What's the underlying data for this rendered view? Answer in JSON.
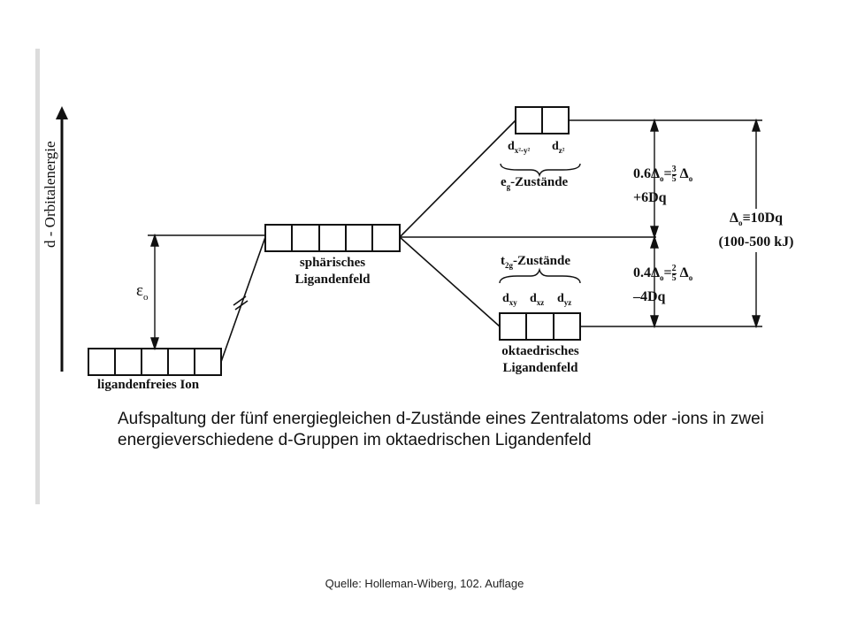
{
  "y_axis_label": "d - Orbitalenergie",
  "levels": {
    "free_ion": "ligandenfreies Ion",
    "spherical_line1": "sphärisches",
    "spherical_line2": "Ligandenfeld",
    "octahedral_line1": "oktaedrisches",
    "octahedral_line2": "Ligandenfeld"
  },
  "epsilon_label": "ε",
  "epsilon_sub": "o",
  "eg": {
    "title_main": "e",
    "title_sub": "g",
    "title_rest": "-Zustände",
    "orbital_1": "d",
    "orbital_1_sub": "x²-y²",
    "orbital_2": "d",
    "orbital_2_sub": "z²"
  },
  "t2g": {
    "title_main": "t",
    "title_sub": "2g",
    "title_rest": "-Zustände",
    "orbitals": [
      {
        "main": "d",
        "sub": "xy"
      },
      {
        "main": "d",
        "sub": "xz"
      },
      {
        "main": "d",
        "sub": "yz"
      }
    ]
  },
  "upper_split": {
    "line1": "0.6Δ",
    "line1_sub": "o",
    "line1_eq": "=",
    "frac_num": "3",
    "frac_den": "5",
    "line1_tail": "Δ",
    "line1_tail_sub": "o",
    "line2": "+6Dq"
  },
  "lower_split": {
    "line1": "0.4Δ",
    "line1_sub": "o",
    "line1_eq": "=",
    "frac_num": "2",
    "frac_den": "5",
    "line1_tail": "Δ",
    "line1_tail_sub": "o",
    "line2": "–4Dq"
  },
  "total_split": {
    "line1": "Δ",
    "line1_sub": "o",
    "line1_rest": "≡10Dq",
    "line2": "(100-500 kJ)"
  },
  "caption": "Aufspaltung der fünf energiegleichen d-Zustände eines Zentralatoms oder -ions in zwei energieverschiedene d-Gruppen im oktaedrischen Ligandenfeld",
  "source": "Quelle: Holleman-Wiberg, 102. Auflage"
}
